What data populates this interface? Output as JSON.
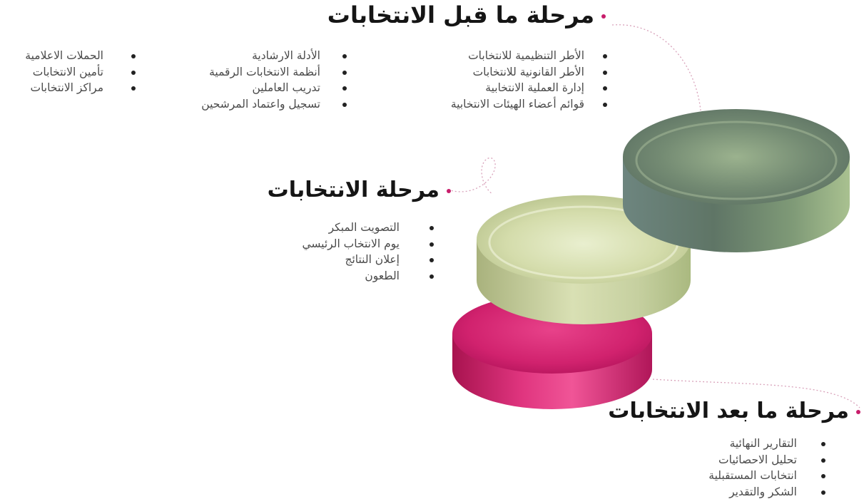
{
  "stages": {
    "pre": {
      "title": "مرحلة ما قبل الانتخابات",
      "columns": [
        [
          "الأطر التنظيمية للانتخابات",
          "الأطر القانونية للانتخابات",
          "إدارة العملية الانتخابية",
          "قوائم أعضاء الهيئات الانتخابية"
        ],
        [
          "الأدلة الارشادية",
          "أنظمة الانتخابات الرقمية",
          "تدريب العاملين",
          "تسجيل واعتماد المرشحين"
        ],
        [
          "الحملات الاعلامية",
          "تأمين الانتخابات",
          "مراكز الانتخابات"
        ]
      ]
    },
    "election": {
      "title": "مرحلة الانتخابات",
      "items": [
        "التصويت المبكر",
        "يوم الانتخاب الرئيسي",
        "إعلان النتائج",
        "الطعون"
      ]
    },
    "post": {
      "title": "مرحلة ما بعد الانتخابات",
      "items": [
        "التقارير النهائية",
        "تحليل الاحصائيات",
        "انتخابات المستقبلية",
        "الشكر والتقدير"
      ]
    }
  },
  "colors": {
    "accent": "#c81d6b",
    "disc_top": "#6e8a72",
    "disc_middle": "#cfd8a8",
    "disc_bottom": "#d62a78"
  }
}
